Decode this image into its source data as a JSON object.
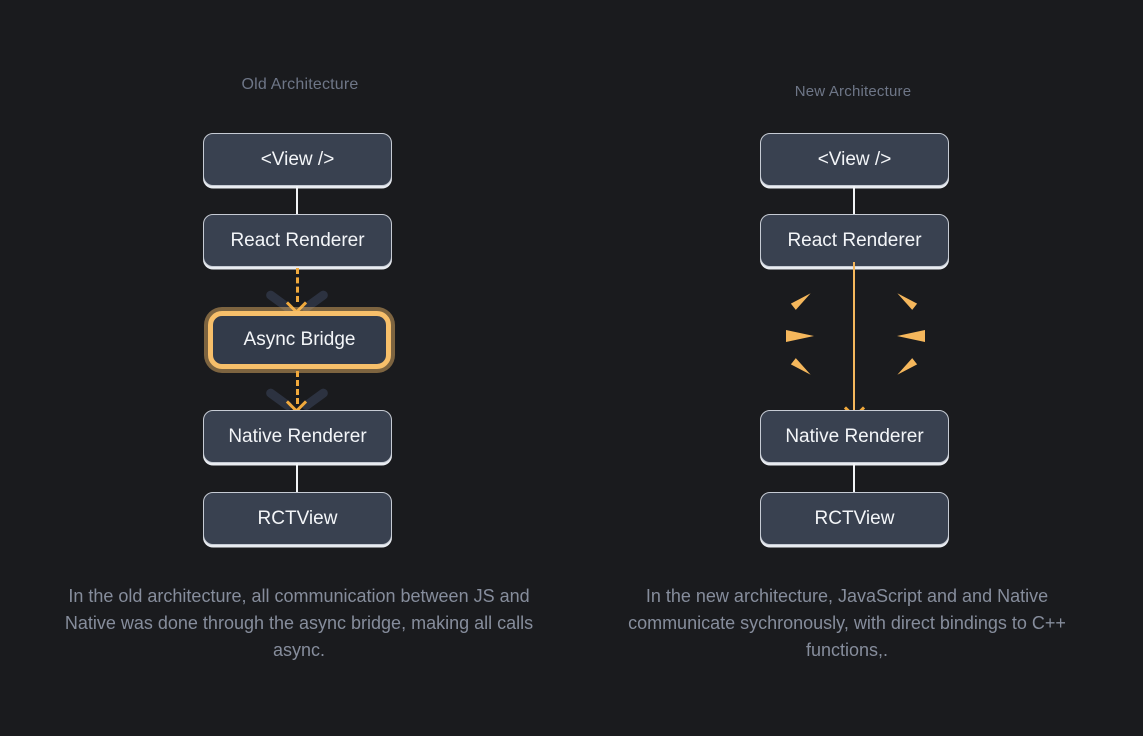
{
  "background_color": "#1a1b1e",
  "accent_color": "#f5b75c",
  "node_fill_color": "#394150",
  "node_border_color": "#c6cbd4",
  "title_color": "#6e7687",
  "caption_color": "#868d9c",
  "columns": [
    {
      "id": "old",
      "title": "Old Architecture",
      "nodes": [
        {
          "label": "<View />",
          "highlighted": false
        },
        {
          "label": "React Renderer",
          "highlighted": false
        },
        {
          "label": "Async Bridge",
          "highlighted": true
        },
        {
          "label": "Native Renderer",
          "highlighted": false
        },
        {
          "label": "RCTView",
          "highlighted": false
        }
      ],
      "connections": [
        {
          "from": "<View />",
          "to": "React Renderer",
          "style": "solid-white"
        },
        {
          "from": "React Renderer",
          "to": "Async Bridge",
          "style": "dashed-amber-arrow"
        },
        {
          "from": "Async Bridge",
          "to": "Native Renderer",
          "style": "dashed-amber-arrow"
        },
        {
          "from": "Native Renderer",
          "to": "RCTView",
          "style": "solid-white"
        }
      ],
      "caption": "In the old architecture, all communication between JS and Native was done through the async bridge, making all calls async."
    },
    {
      "id": "new",
      "title": "New Architecture",
      "nodes": [
        {
          "label": "<View />",
          "highlighted": false
        },
        {
          "label": "React Renderer",
          "highlighted": false
        },
        {
          "label": "Native Renderer",
          "highlighted": false
        },
        {
          "label": "RCTView",
          "highlighted": false
        }
      ],
      "connections": [
        {
          "from": "<View />",
          "to": "React Renderer",
          "style": "solid-white"
        },
        {
          "from": "React Renderer",
          "to": "Native Renderer",
          "style": "solid-amber-arrow"
        },
        {
          "from": "Native Renderer",
          "to": "RCTView",
          "style": "solid-white"
        }
      ],
      "burst": {
        "description": "bridge-removed burst",
        "wedge_count": 6,
        "color": "#f5b75c"
      },
      "caption": "In the new architecture, JavaScript and and Native communicate sychronously, with direct bindings to C++ functions,."
    }
  ]
}
